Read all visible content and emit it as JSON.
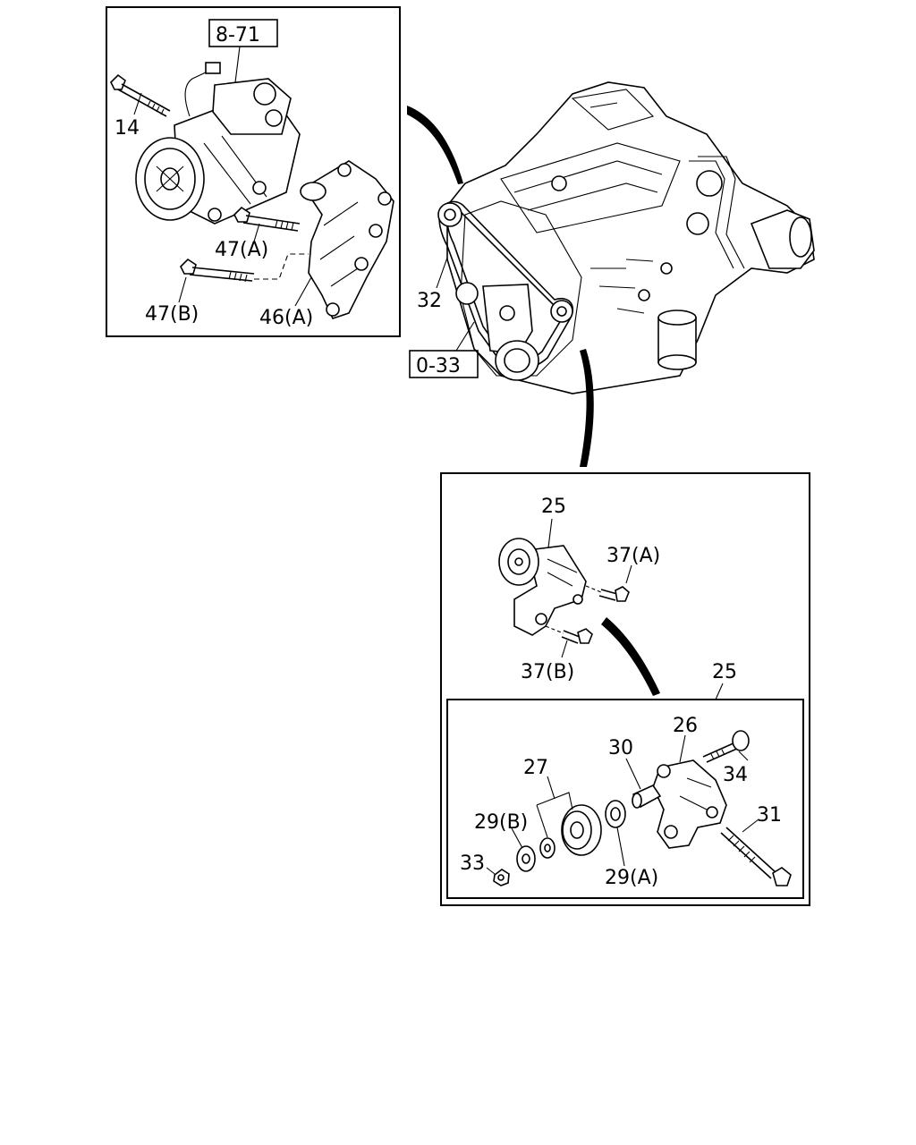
{
  "refs": {
    "compressor_ref": "8-71",
    "engine_ref": "0-33"
  },
  "callouts": {
    "p14": "14",
    "p47a_top": "47(A)",
    "p47b": "47(B)",
    "p46a": "46(A)",
    "p32": "32",
    "p25_top": "25",
    "p37a": "37(A)",
    "p37b": "37(B)",
    "p25_detail": "25",
    "p26": "26",
    "p27": "27",
    "p30": "30",
    "p34": "34",
    "p29b": "29(B)",
    "p31": "31",
    "p33": "33",
    "p29a": "29(A)"
  }
}
